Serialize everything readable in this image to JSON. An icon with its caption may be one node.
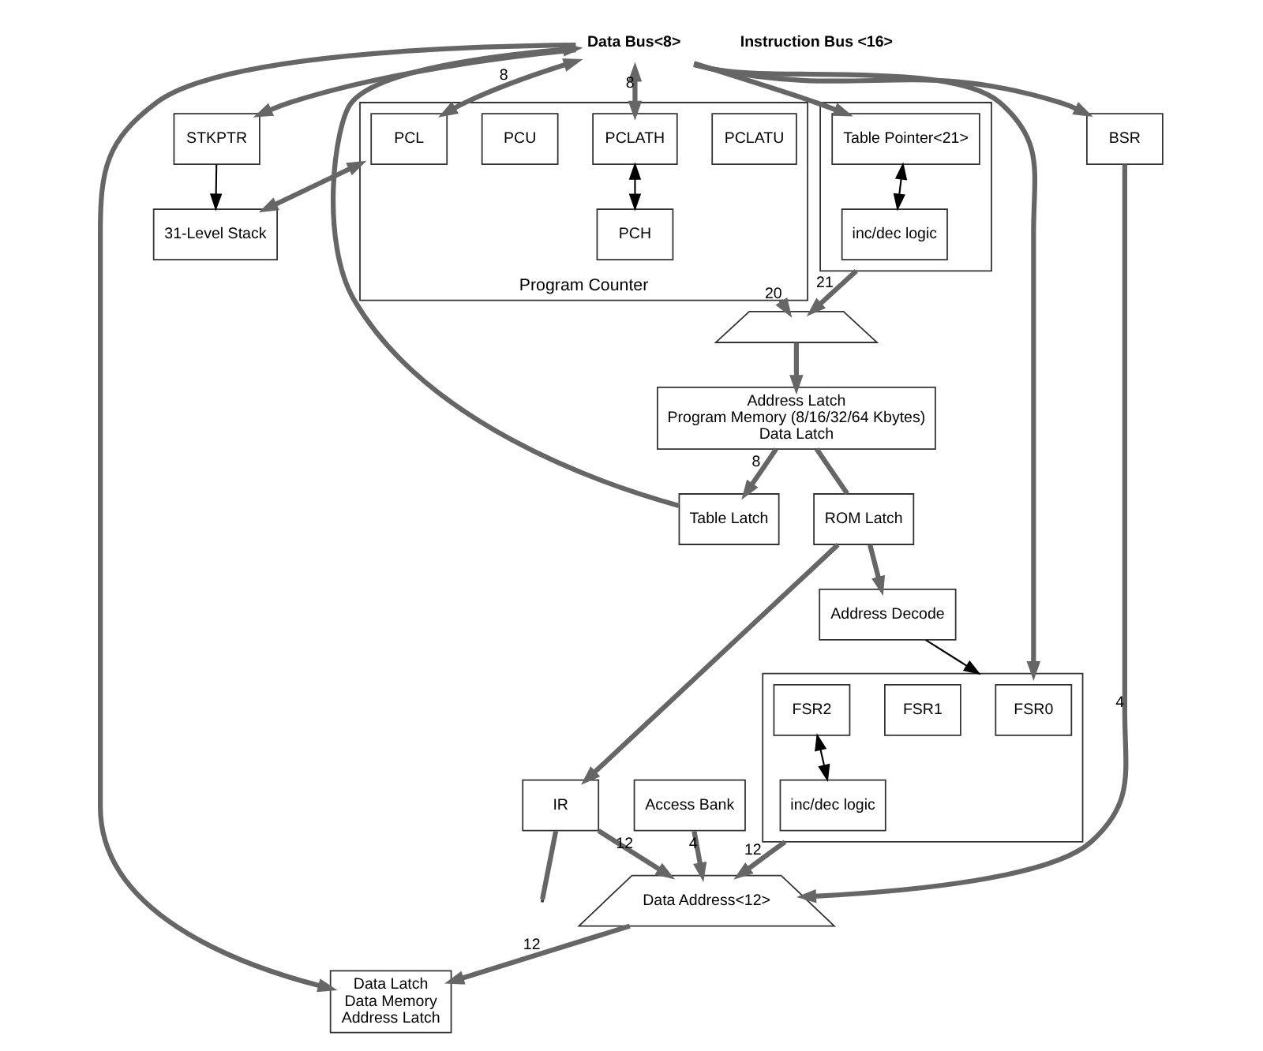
{
  "diagram": {
    "nodes": [
      {
        "text": [],
        "shape": "box"
      },
      {
        "text": [
          "Table Pointer<21>"
        ],
        "in": 0
      },
      {
        "text": [
          "inc/dec logic"
        ],
        "in": 0
      },
      {
        "text": [
          "Program Counter"
        ]
      },
      {
        "text": [
          "PCLATU"
        ],
        "in": 3
      },
      {
        "text": [
          "PCLATH"
        ],
        "in": 3
      },
      {
        "text": [
          "PCU"
        ],
        "in": 3
      },
      {
        "text": [
          "PCH"
        ],
        "in": 3
      },
      {
        "text": [
          "PCL"
        ],
        "in": 3
      },
      {
        "text": [],
        "shape": "trapezium"
      },
      {
        "text": [
          "31-Level Stack"
        ]
      },
      {
        "text": [
          "STKPTR"
        ]
      },
      {
        "text": [
          "Address Latch",
          "Program Memory (8/16/32/64 Kbytes)",
          "Data Latch"
        ]
      },
      {
        "text": [
          "Data Latch",
          "Data Memory",
          "Address Latch"
        ]
      },
      {
        "text": [
          "Data Address<12>"
        ]
      },
      {
        "text": [
          "BSR"
        ]
      },
      {
        "text": [],
        "shape": "box"
      },
      {
        "text": [
          "FSR0"
        ],
        "in": 16
      },
      {
        "text": [
          "FSR1"
        ],
        "in": 16
      },
      {
        "text": [
          "FSR2"
        ],
        "in": 16
      },
      {
        "text": [
          "inc/dec logic"
        ],
        "in": 16
      },
      {
        "text": [
          "Access Bank"
        ]
      },
      {
        "text": [
          "Address Decode"
        ]
      },
      {
        "text": [
          "Table Latch"
        ]
      },
      {
        "text": [
          "ROM Latch"
        ]
      },
      {
        "text": [
          "IR"
        ]
      },
      {
        "text": [
          "Data Bus<8>"
        ]
      }
    ],
    "edges": [
      {
        "from": 26,
        "to": 1,
        "arrow": "to"
      },
      {
        "from": 26,
        "to": 5,
        "arrow": "both",
        "label": "8"
      },
      {
        "from": 26,
        "to": 8,
        "arrow": "both",
        "label": "8"
      },
      {
        "from": 1,
        "to": 2,
        "arrow": "both",
        "color": "#000000"
      },
      {
        "from": 5,
        "to": 7,
        "arrow": "both",
        "color": "#000000"
      },
      {
        "from": 0,
        "to": 9,
        "arrow": "to",
        "label": "21"
      },
      {
        "from": 3,
        "to": 9,
        "arrow": "to",
        "label": "20"
      },
      {
        "from": 3,
        "to": 10,
        "arrow": "both"
      },
      {
        "from": 11,
        "to": 10,
        "arrow": "to",
        "color": "#000000"
      },
      {
        "from": 26,
        "to": 11,
        "arrow": "to"
      },
      {
        "from": 9,
        "to": 12,
        "arrow": "to"
      },
      {
        "from": 26,
        "to": 13,
        "arrow": "to"
      },
      {
        "from": 14,
        "to": 13,
        "arrow": "to",
        "label": "12"
      },
      {
        "from": 15,
        "to": 14,
        "arrow": "to",
        "label": "4"
      },
      {
        "from": 16,
        "to": 14,
        "arrow": "to",
        "label": "12"
      },
      {
        "from": 21,
        "to": 14,
        "arrow": "to",
        "label": "4"
      },
      {
        "from": 25,
        "to": 14,
        "arrow": "to",
        "label": "12"
      },
      {
        "from": 19,
        "to": 20,
        "arrow": "both",
        "color": "#000000"
      },
      {
        "from": 22,
        "to": 16,
        "arrow": "to",
        "color": "#000000"
      },
      {
        "from": 24,
        "to": 22,
        "arrow": "to"
      },
      {
        "from": 12,
        "to": 24,
        "arrow": "none"
      },
      {
        "from": 12,
        "to": 23,
        "arrow": "to",
        "label": "8"
      },
      {
        "from": 24,
        "to": 25,
        "arrow": "to"
      },
      {
        "from": 23,
        "to": 26,
        "arrow": "to"
      },
      {
        "from": 26,
        "to": 16,
        "arrow": "to"
      },
      {
        "from": 26,
        "to": 15,
        "arrow": "to"
      },
      {
        "from": 25,
        "to": null,
        "arrow": "none"
      }
    ],
    "labels": [
      "Instruction Bus <16>"
    ]
  }
}
